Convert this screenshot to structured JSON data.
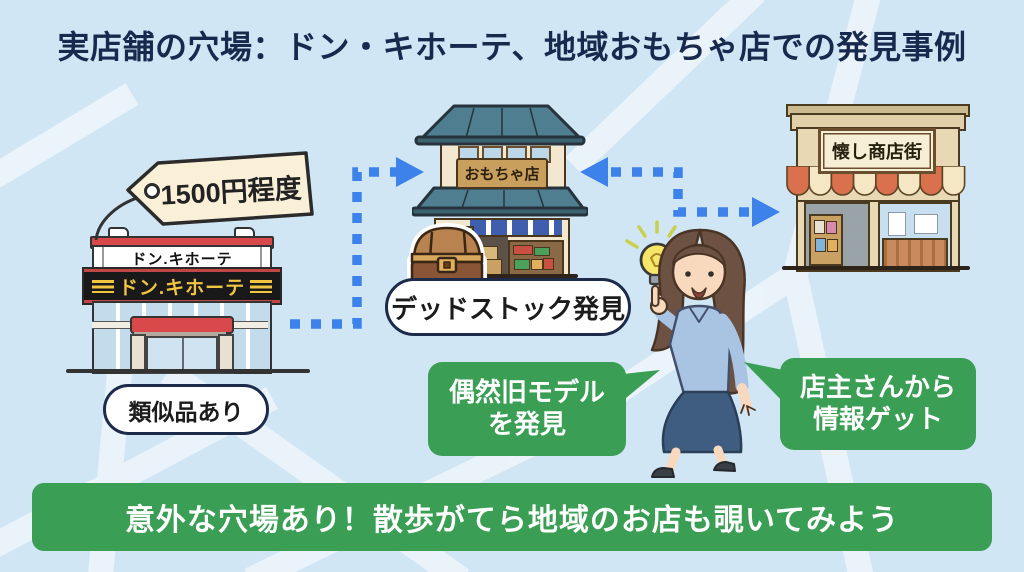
{
  "title": "実店舗の穴場：ドン・キホーテ、地域おもちゃ店での発見事例",
  "colors": {
    "background": "#d0e6f5",
    "road_white": "#edf5fb",
    "title_navy": "#18294e",
    "green": "#3a9e55",
    "arrow_blue": "#3c82ea",
    "donki_red": "#d9484a",
    "donki_yellow": "#f2c541",
    "tag_cream": "#faf0d8",
    "toy_roof_slate": "#4e7e90",
    "awning_terracotta": "#d9704e",
    "wood_brown": "#8a5a34"
  },
  "price_tag": {
    "label": "1500円程度"
  },
  "donki": {
    "sign_top": "ドン.キホーテ",
    "sign_main": "ドン.キホーテ",
    "badge": "類似品あり"
  },
  "toy_store": {
    "sign": "おもちゃ店",
    "badge": "デッドストック発見"
  },
  "retro_store": {
    "sign": "懐し商店街"
  },
  "speech_bubbles": {
    "found_model": {
      "line1": "偶然旧モデル",
      "line2": "を発見"
    },
    "owner_info": {
      "line1": "店主さんから",
      "line2": "情報ゲット"
    }
  },
  "banner": {
    "text": "意外な穴場あり！散歩がてら地域のお店も覗いてみよう"
  }
}
